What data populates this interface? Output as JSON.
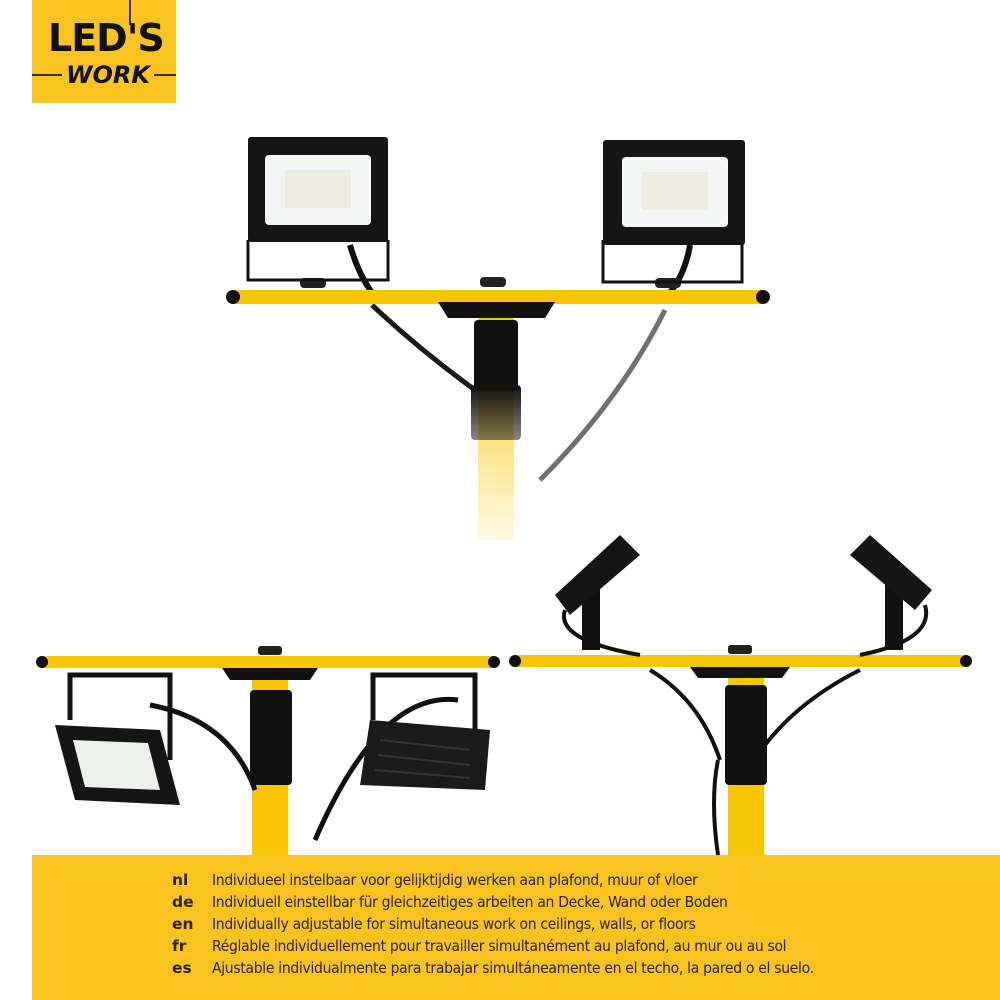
{
  "logo": {
    "line1": "LED'S",
    "line2": "WORK"
  },
  "colors": {
    "brand_yellow": "#fbc31f",
    "pole_yellow": "#f7c600",
    "black": "#111111"
  },
  "images": [
    {
      "name": "top-view",
      "description": "Twin LED floodlights facing forward on yellow T-bar tripod"
    },
    {
      "name": "bottom-left-view",
      "description": "Lights hanging below T-bar, one tilted showing back"
    },
    {
      "name": "bottom-right-view",
      "description": "Lights tilted upward above T-bar"
    }
  ],
  "banner": {
    "lines": [
      {
        "code": "nl",
        "text": "Individueel instelbaar voor gelijktijdig werken aan plafond, muur of vloer"
      },
      {
        "code": "de",
        "text": "Individuell einstellbar für gleichzeitiges arbeiten an Decke, Wand oder Boden"
      },
      {
        "code": "en",
        "text": "Individually adjustable for simultaneous work on ceilings, walls, or floors"
      },
      {
        "code": "fr",
        "text": "Réglable individuellement pour travailler simultanément au plafond, au mur ou au sol"
      },
      {
        "code": "es",
        "text": "Ajustable individualmente para trabajar simultáneamente en el techo, la pared o el suelo."
      }
    ]
  }
}
